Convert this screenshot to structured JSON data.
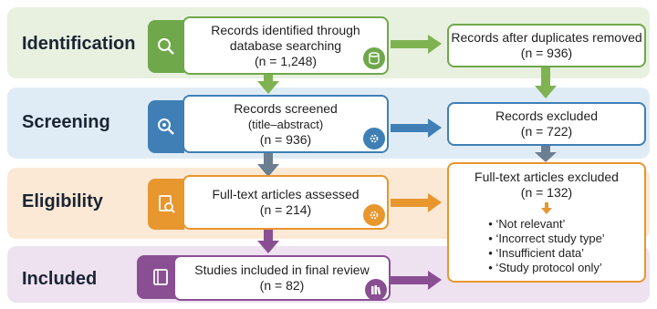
{
  "stages": {
    "identification": "Identification",
    "screening": "Screening",
    "eligibility": "Eligibility",
    "included": "Included"
  },
  "boxes": {
    "identified": {
      "line1": "Records identified through",
      "line2": "database searching",
      "count": "(n = 1,248)"
    },
    "after_duplicates": {
      "line1": "Records after duplicates removed",
      "count": "(n = 936)"
    },
    "screened": {
      "line1": "Records screened",
      "line2": "(title–abstract)",
      "count": "(n = 936)"
    },
    "excluded": {
      "line1": "Records excluded",
      "count": "(n = 722)"
    },
    "assessed": {
      "line1": "Full-text articles assessed",
      "count": "(n = 214)"
    },
    "fulltext_excluded": {
      "line1": "Full-text articles excluded",
      "count": "(n = 132)",
      "reasons": [
        "‘Not relevant’",
        "‘Incorrect study type’",
        "‘Insufficient data’",
        "‘Study protocol only’"
      ]
    },
    "included": {
      "line1": "Studies included in final review",
      "count": "(n = 82)"
    }
  },
  "colors": {
    "green": "#6fa84a",
    "green_band": "#e8f0e0",
    "blue": "#3f7fb6",
    "blue_band": "#e0ecf5",
    "orange": "#e8962e",
    "orange_band": "#fbe9d6",
    "purple": "#8a4f93",
    "purple_band": "#eee1f0",
    "grey_arrow": "#6b7f90"
  },
  "icons": {
    "identification": "magnifier-icon",
    "database": "database-icon",
    "screening": "screening-magnifier-icon",
    "gears": "gears-icon",
    "eligibility": "document-search-icon",
    "included": "book-icon",
    "books": "books-icon"
  }
}
